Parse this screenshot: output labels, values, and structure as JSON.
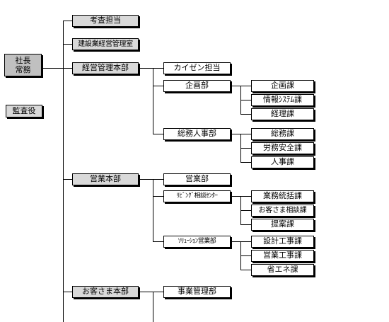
{
  "org": {
    "ceo": {
      "line1": "社長",
      "line2": "常務"
    },
    "audit": "監査役",
    "staff": {
      "kosa": "考査担当",
      "kensetsu": "建設業経営管理室"
    },
    "keiei": {
      "label": "経営管理本部",
      "kaizen": "カイゼン担当",
      "kikaku": {
        "label": "企画部",
        "sections": [
          "企画課",
          "情報ｼｽﾃﾑ課",
          "経理課"
        ]
      },
      "somu": {
        "label": "総務人事部",
        "sections": [
          "総務課",
          "労務安全課",
          "人事課"
        ]
      }
    },
    "eigyo": {
      "label": "営業本部",
      "eigyobu": "営業部",
      "living": {
        "label": "ﾘﾋﾞﾝｸﾞ相談ｾﾝﾀｰ",
        "sections": [
          "業務統括課",
          "お客さま相談課",
          "提案課"
        ]
      },
      "solution": {
        "label": "ｿﾘｭｰｼｮﾝ営業部",
        "sections": [
          "設計工事課",
          "営業工事課",
          "省エネ課"
        ]
      }
    },
    "okyaku": {
      "label": "お客さま本部",
      "jigyo": "事業管理部"
    }
  }
}
